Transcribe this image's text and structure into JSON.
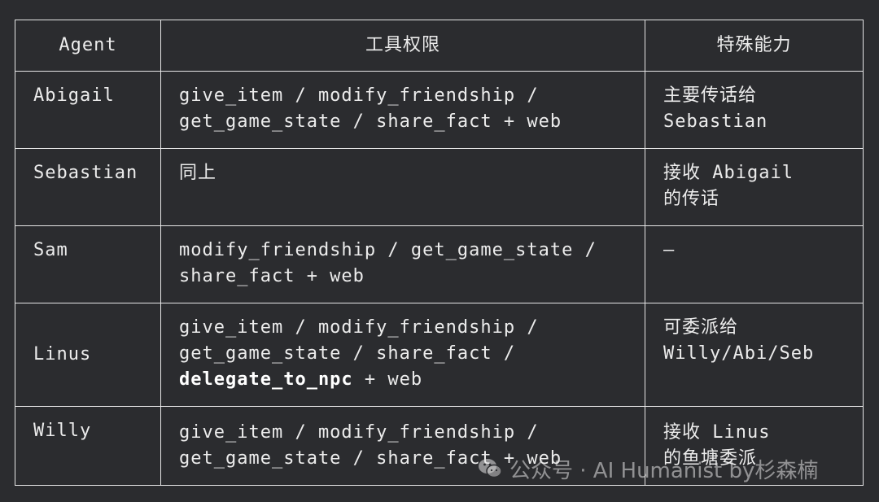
{
  "table": {
    "headers": [
      "Agent",
      "工具权限",
      "特殊能力"
    ],
    "rows": [
      {
        "agent": "Abigail",
        "tools": "give_item / modify_friendship /\nget_game_state / share_fact + web",
        "special": "主要传话给\nSebastian"
      },
      {
        "agent": "Sebastian",
        "tools": "同上",
        "special": "接收 Abigail\n的传话"
      },
      {
        "agent": "Sam",
        "tools": "modify_friendship / get_game_state /\nshare_fact + web",
        "special": "—"
      },
      {
        "agent": "Linus",
        "tools_prefix": "give_item / modify_friendship /\nget_game_state / share_fact /\n",
        "tools_bold": "delegate_to_npc",
        "tools_suffix": " + web",
        "special": "可委派给\nWilly/Abi/Seb"
      },
      {
        "agent": "Willy",
        "tools": "give_item / modify_friendship /\nget_game_state / share_fact + web",
        "special": "接收 Linus\n的鱼塘委派"
      }
    ]
  },
  "watermark": {
    "icon": "wechat-icon",
    "text": "公众号 · AI Humanist by杉森楠"
  }
}
